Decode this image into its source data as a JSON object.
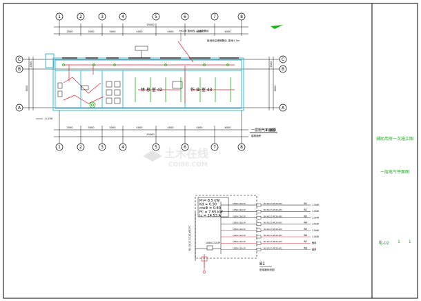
{
  "plan": {
    "axes_top": [
      "1",
      "2",
      "3",
      "4",
      "5",
      "6",
      "7",
      "8"
    ],
    "axes_bottom": [
      "1",
      "2",
      "3",
      "4",
      "5",
      "6",
      "7",
      "8"
    ],
    "axes_left": [
      "C",
      "B",
      "A"
    ],
    "axes_right": [
      "C",
      "B",
      "A"
    ],
    "dims_top": [
      "3500",
      "3000",
      "3000",
      "4000",
      "4000",
      "4000",
      "4000"
    ],
    "dims_bottom": [
      "3500",
      "3000",
      "3000",
      "4000",
      "4000",
      "4000",
      "4000"
    ],
    "total_top": "25000",
    "total_bottom": "25000",
    "dims_left": [
      "1500",
      "5000"
    ],
    "dims_right": [
      "1500",
      "5000"
    ],
    "mceb_note_1": "MCEB 接地线, 沿墙明敷设",
    "mceb_note_2": "接地线沿墙明敷设, 距地1.5m",
    "room_rest": "休 息 室 42",
    "room_work": "作 业 室 43",
    "level_mark": "-0.150",
    "plan_title": "一层电气平面图",
    "plan_scale": "1:100",
    "plan_area": "建筑面积"
  },
  "panel": {
    "params": [
      "Pn= 8.5 kW",
      "Kd = 0.90",
      "cosΦ = 0.80",
      "Pc = 7.65 kW",
      "Ic = 14.53 A"
    ],
    "incoming": "YJV-3X10-SC32-WC/FC",
    "name": "B1",
    "name_sub": "配电箱系统图",
    "breaker_label": "C65N-C32/3P",
    "circuits": [
      {
        "breaker": "C65N-C16/1P",
        "cable": "BV-3X2.5-PC20-WC",
        "id": "W1",
        "load": "1.5kW"
      },
      {
        "breaker": "C65N-C16/1P",
        "cable": "BV-3X2.5-PC20-WC",
        "id": "W2",
        "load": "1.0kW"
      },
      {
        "breaker": "C65N-C16/1P",
        "cable": "BV-3X2.5-PC20-WC",
        "id": "W3",
        "load": "1.5kW"
      },
      {
        "breaker": "C65N-C16/1P",
        "cable": "BV-3X2.5-PC20-WC",
        "id": "W4",
        "load": "1.5kW"
      },
      {
        "breaker": "C65N-C16/1P",
        "cable": "BV-3X2.5-PC20-WC",
        "id": "W5",
        "load": "1.0kW"
      },
      {
        "breaker": "C65N-C16/1P",
        "cable": "BV-3X2.5-PC20-WC",
        "id": "W6",
        "load": "1.0kW"
      },
      {
        "breaker": "C65N-C16/1P",
        "cable": "BV-3X2.5-PC20-WC",
        "id": "W7",
        "load": "备用"
      },
      {
        "breaker": "C65N-C16/1P",
        "cable": "BV-3X2.5-PC20-WC",
        "id": "W8",
        "load": "备用"
      }
    ]
  },
  "title_block": {
    "project": "辅助用房一次施工图",
    "drawing": "一层电气平面图",
    "number": "电-02",
    "sheet": "1",
    "of": "1"
  },
  "watermark": {
    "text": "土木在线",
    "url": "COI88.COM"
  },
  "colors": {
    "wall": "#33bcd4",
    "wire": "#e8202a",
    "fixture": "#13b513",
    "line": "#000000",
    "title_text": "#2aa52a"
  }
}
